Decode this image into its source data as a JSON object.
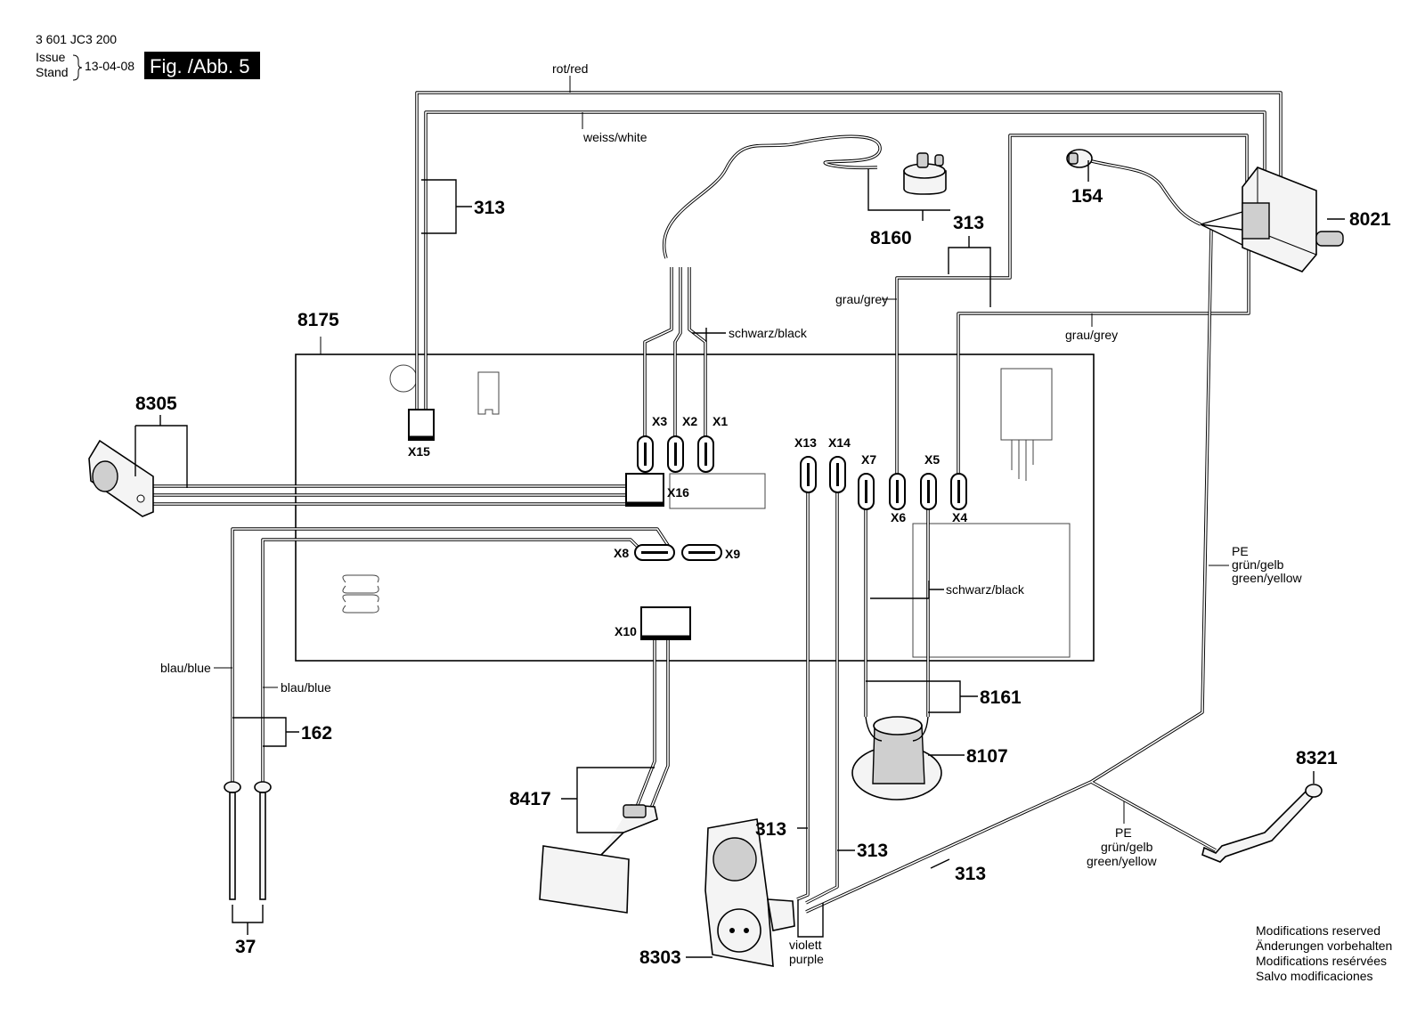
{
  "header": {
    "part_number": "3 601 JC3 200",
    "issue_label": "Issue",
    "stand_label": "Stand",
    "date": "13-04-08",
    "figure_label": "Fig. /Abb. 5"
  },
  "wire_labels": {
    "red": "rot/red",
    "white": "weiss/white",
    "grey_left": "grau/grey",
    "grey_right": "grau/grey",
    "black_top": "schwarz/black",
    "black_mid": "schwarz/black",
    "blue_left": "blau/blue",
    "blue_right": "blau/blue",
    "pe_right": {
      "line1": "PE",
      "line2": "grün/gelb",
      "line3": "green/yellow"
    },
    "pe_bottom": {
      "line1": "PE",
      "line2": "grün/gelb",
      "line3": "green/yellow"
    },
    "violet": {
      "line1": "violett",
      "line2": "purple"
    }
  },
  "connectors": {
    "x1": "X1",
    "x2": "X2",
    "x3": "X3",
    "x4": "X4",
    "x5": "X5",
    "x6": "X6",
    "x7": "X7",
    "x8": "X8",
    "x9": "X9",
    "x10": "X10",
    "x13": "X13",
    "x14": "X14",
    "x15": "X15",
    "x16": "X16"
  },
  "part_numbers": {
    "p313_top_left": "313",
    "p313_top_right": "313",
    "p313_bottom_a": "313",
    "p313_bottom_b": "313",
    "p313_bottom_c": "313",
    "p154": "154",
    "p8021": "8021",
    "p8160": "8160",
    "p8175": "8175",
    "p8305": "8305",
    "p162": "162",
    "p37": "37",
    "p8417": "8417",
    "p8303": "8303",
    "p8161": "8161",
    "p8107": "8107",
    "p8321": "8321"
  },
  "footer_notes": [
    "Modifications reserved",
    "Änderungen vorbehalten",
    "Modifications resérvées",
    "Salvo modificaciones"
  ]
}
